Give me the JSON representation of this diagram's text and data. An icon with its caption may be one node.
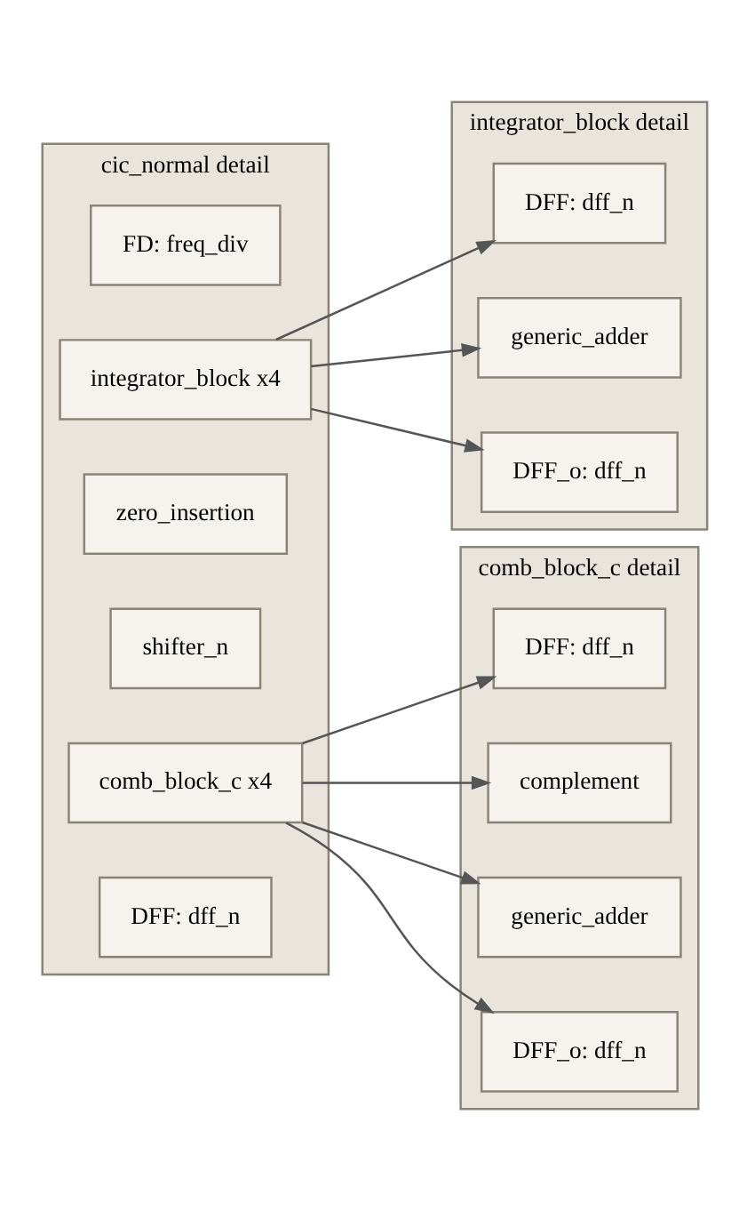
{
  "diagram": {
    "nodes": [
      {
        "text": [
          "cic_normal detail"
        ]
      },
      {
        "text": [
          "FD: freq_div"
        ],
        "in": 0
      },
      {
        "text": [
          "integrator_block x4"
        ],
        "in": 0
      },
      {
        "text": [
          "zero_insertion"
        ],
        "in": 0
      },
      {
        "text": [
          "shifter_n"
        ],
        "in": 0
      },
      {
        "text": [
          "comb_block_c x4"
        ],
        "in": 0
      },
      {
        "text": [
          "DFF: dff_n"
        ],
        "in": 0
      },
      {
        "text": [
          "integrator_block detail"
        ]
      },
      {
        "text": [
          "DFF: dff_n"
        ],
        "in": 7
      },
      {
        "text": [
          "generic_adder"
        ],
        "in": 7
      },
      {
        "text": [
          "DFF_o: dff_n"
        ],
        "in": 7
      },
      {
        "text": [
          "comb_block_c detail"
        ]
      },
      {
        "text": [
          "DFF: dff_n"
        ],
        "in": 11
      },
      {
        "text": [
          "complement"
        ],
        "in": 11
      },
      {
        "text": [
          "generic_adder"
        ],
        "in": 11
      },
      {
        "text": [
          "DFF_o: dff_n"
        ],
        "in": 11
      }
    ],
    "edges": [
      {
        "from": 2,
        "to": 8,
        "arrow": "to"
      },
      {
        "from": 2,
        "to": 9,
        "arrow": "to"
      },
      {
        "from": 2,
        "to": 10,
        "arrow": "to"
      },
      {
        "from": 5,
        "to": 12,
        "arrow": "to"
      },
      {
        "from": 5,
        "to": 13,
        "arrow": "to"
      },
      {
        "from": 5,
        "to": 14,
        "arrow": "to"
      },
      {
        "from": 5,
        "to": 15,
        "arrow": "to"
      }
    ]
  }
}
